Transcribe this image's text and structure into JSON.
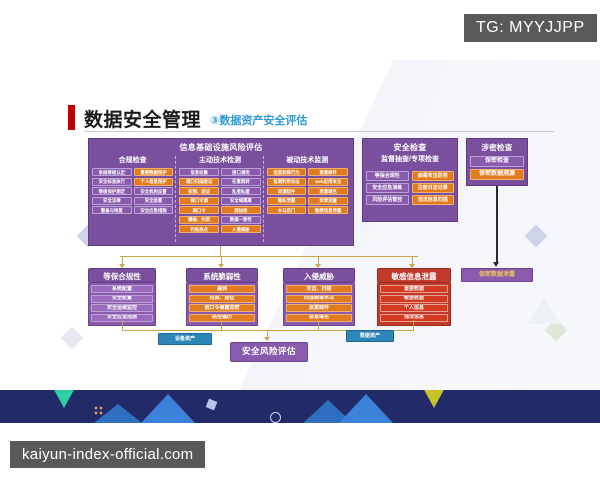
{
  "overlays": {
    "telegram_badge": "TG: MYYJJPP",
    "watermark": "kaiyun-index-official.com"
  },
  "slide": {
    "title": "数据安全管理",
    "subtitle": "③数据资产安全评估",
    "accent_red": "#c00000",
    "accent_blue": "#2e9bd6",
    "panel_purple": "#7a4f9e",
    "band_navy": "#232a68"
  },
  "diagram": {
    "main_panel": {
      "title": "信息基础设施风险评估",
      "groups": [
        {
          "head": "合规检查",
          "columns": [
            [
              "系统等级认定",
              "安全标准执行",
              "等级保护测定",
              "安全法律",
              "整备与恢复"
            ],
            [
              "重要数据保护",
              "个人信息保护",
              "安全机构设置",
              "安全监督",
              "安全应急措施"
            ]
          ],
          "highlight": {
            "1": [
              0,
              1
            ]
          }
        },
        {
          "head": "主动技术检测",
          "columns": [
            [
              "信息收集",
              "端口扫描验证",
              "权限、验证",
              "弱口令源",
              "弱口令",
              "爆破、约束",
              "钓鱼热点"
            ],
            [
              "接口调用",
              "任意跳转",
              "乱搭私建",
              "安全域隔离",
              "弱加密",
              "数据一致性",
              "入侵威胁"
            ]
          ],
          "highlight": {
            "0": [
              1,
              2,
              3,
              4,
              5,
              6
            ],
            "1": [
              4,
              6
            ]
          }
        },
        {
          "head": "被动技术监测",
          "columns": [
            [
              "信息刺探行为",
              "监测利用攻击",
              "间谍软件",
              "隐私泄露",
              "木马后门"
            ],
            [
              "恶意邮件",
              "web应用攻击",
              "恶意域名",
              "异常流量",
              "敏感信息泄露"
            ]
          ],
          "highlight": {
            "0": [
              0,
              1,
              2,
              3,
              4
            ],
            "1": [
              0,
              1,
              2,
              3,
              4
            ]
          }
        }
      ]
    },
    "security_check_panel": {
      "title": "安全检查",
      "head": "监督抽查/专项检查",
      "columns": [
        [
          "等保合规性",
          "安全应急演练",
          "风险评估管控"
        ],
        [
          "病毒攻击防范",
          "注册日志记录",
          "违法信息扫描"
        ]
      ],
      "highlight": {
        "1": [
          0,
          1,
          2
        ]
      }
    },
    "secret_check_panel": {
      "title": "涉密检查",
      "items": [
        "保密检查",
        "保密数据溯源"
      ],
      "highlight": [
        1
      ]
    },
    "result_boxes": [
      {
        "head": "等保合规性",
        "style": "purple",
        "items": [
          "系统配置",
          "安全配置",
          "安全运维监控",
          "安全应急措施"
        ],
        "highlight": []
      },
      {
        "head": "系统脆弱性",
        "style": "purple",
        "items": [
          "漏洞",
          "权限、验证",
          "弱口令暴露加密",
          "路径遍历"
        ],
        "highlight": [
          0,
          1,
          2,
          3
        ]
      },
      {
        "head": "入侵威胁",
        "style": "purple",
        "items": [
          "攻击、扫描",
          "间谍病毒木马",
          "恶意邮件",
          "恶意域名"
        ],
        "highlight": [
          0,
          1,
          2,
          3
        ]
      },
      {
        "head": "敏感信息泄露",
        "style": "red",
        "items": [
          "重要数据",
          "敏感数据",
          "个人信息",
          "违法信息"
        ],
        "highlight": [
          0,
          1,
          2,
          3
        ]
      }
    ],
    "secret_leak_box": "保密数据泄露",
    "asset_tags": [
      "设备资产",
      "数据资产"
    ],
    "final_box": "安全风险评估"
  }
}
